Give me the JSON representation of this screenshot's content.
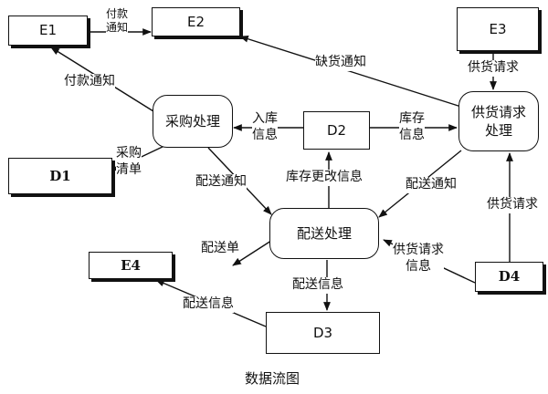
{
  "nodes": {
    "e1": "E1",
    "e2": "E2",
    "e3": "E3",
    "e4": "E4",
    "d1": "D1",
    "d2": "D2",
    "d3": "D3",
    "d4": "D4",
    "purchase": "采购处理",
    "supply": "供货请求\n处理",
    "delivery": "配送处理"
  },
  "labels": {
    "fukuan_tongzhi_short": "付款\n通知",
    "fukuan_tongzhi": "付款通知",
    "quehuo_tongzhi": "缺货通知",
    "gonghuo_qingqiu_e3": "供货请求",
    "ruku_xinxi": "入库\n信息",
    "kucun_xinxi": "库存\n信息",
    "caigou_qingdan": "采购\n清单",
    "peisong_tongzhi_left": "配送通知",
    "kucun_gengai": "库存更改信息",
    "peisong_tongzhi_right": "配送通知",
    "gonghuo_qingqiu_d4": "供货请求",
    "peisong_dan": "配送单",
    "gonghuo_qingqiu_xinxi": "供货请求\n信息",
    "peisong_xinxi_down": "配送信息",
    "peisong_xinxi_d3": "配送信息"
  },
  "caption": "数据流图",
  "colors": {
    "ink": "#111111",
    "paper": "#ffffff"
  }
}
